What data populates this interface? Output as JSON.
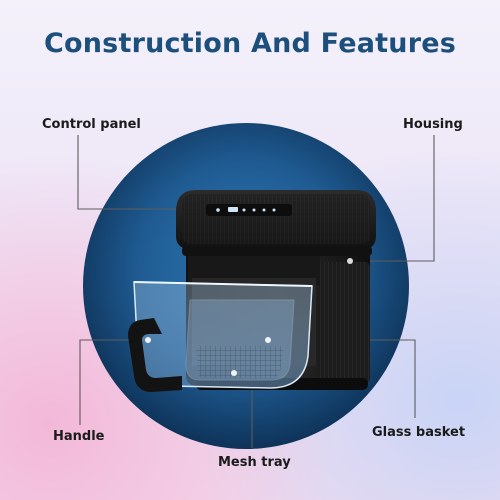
{
  "title": "Construction And Features",
  "labels": {
    "control_panel": "Control panel",
    "housing": "Housing",
    "handle": "Handle",
    "glass_basket": "Glass basket",
    "mesh_tray": "Mesh tray"
  },
  "colors": {
    "title": "#1d4f7d",
    "circle_center": "#2a6ea8",
    "circle_edge": "#0f3559",
    "callout_line": "#5a5a5a",
    "appliance_body": "#1a1a1a"
  }
}
